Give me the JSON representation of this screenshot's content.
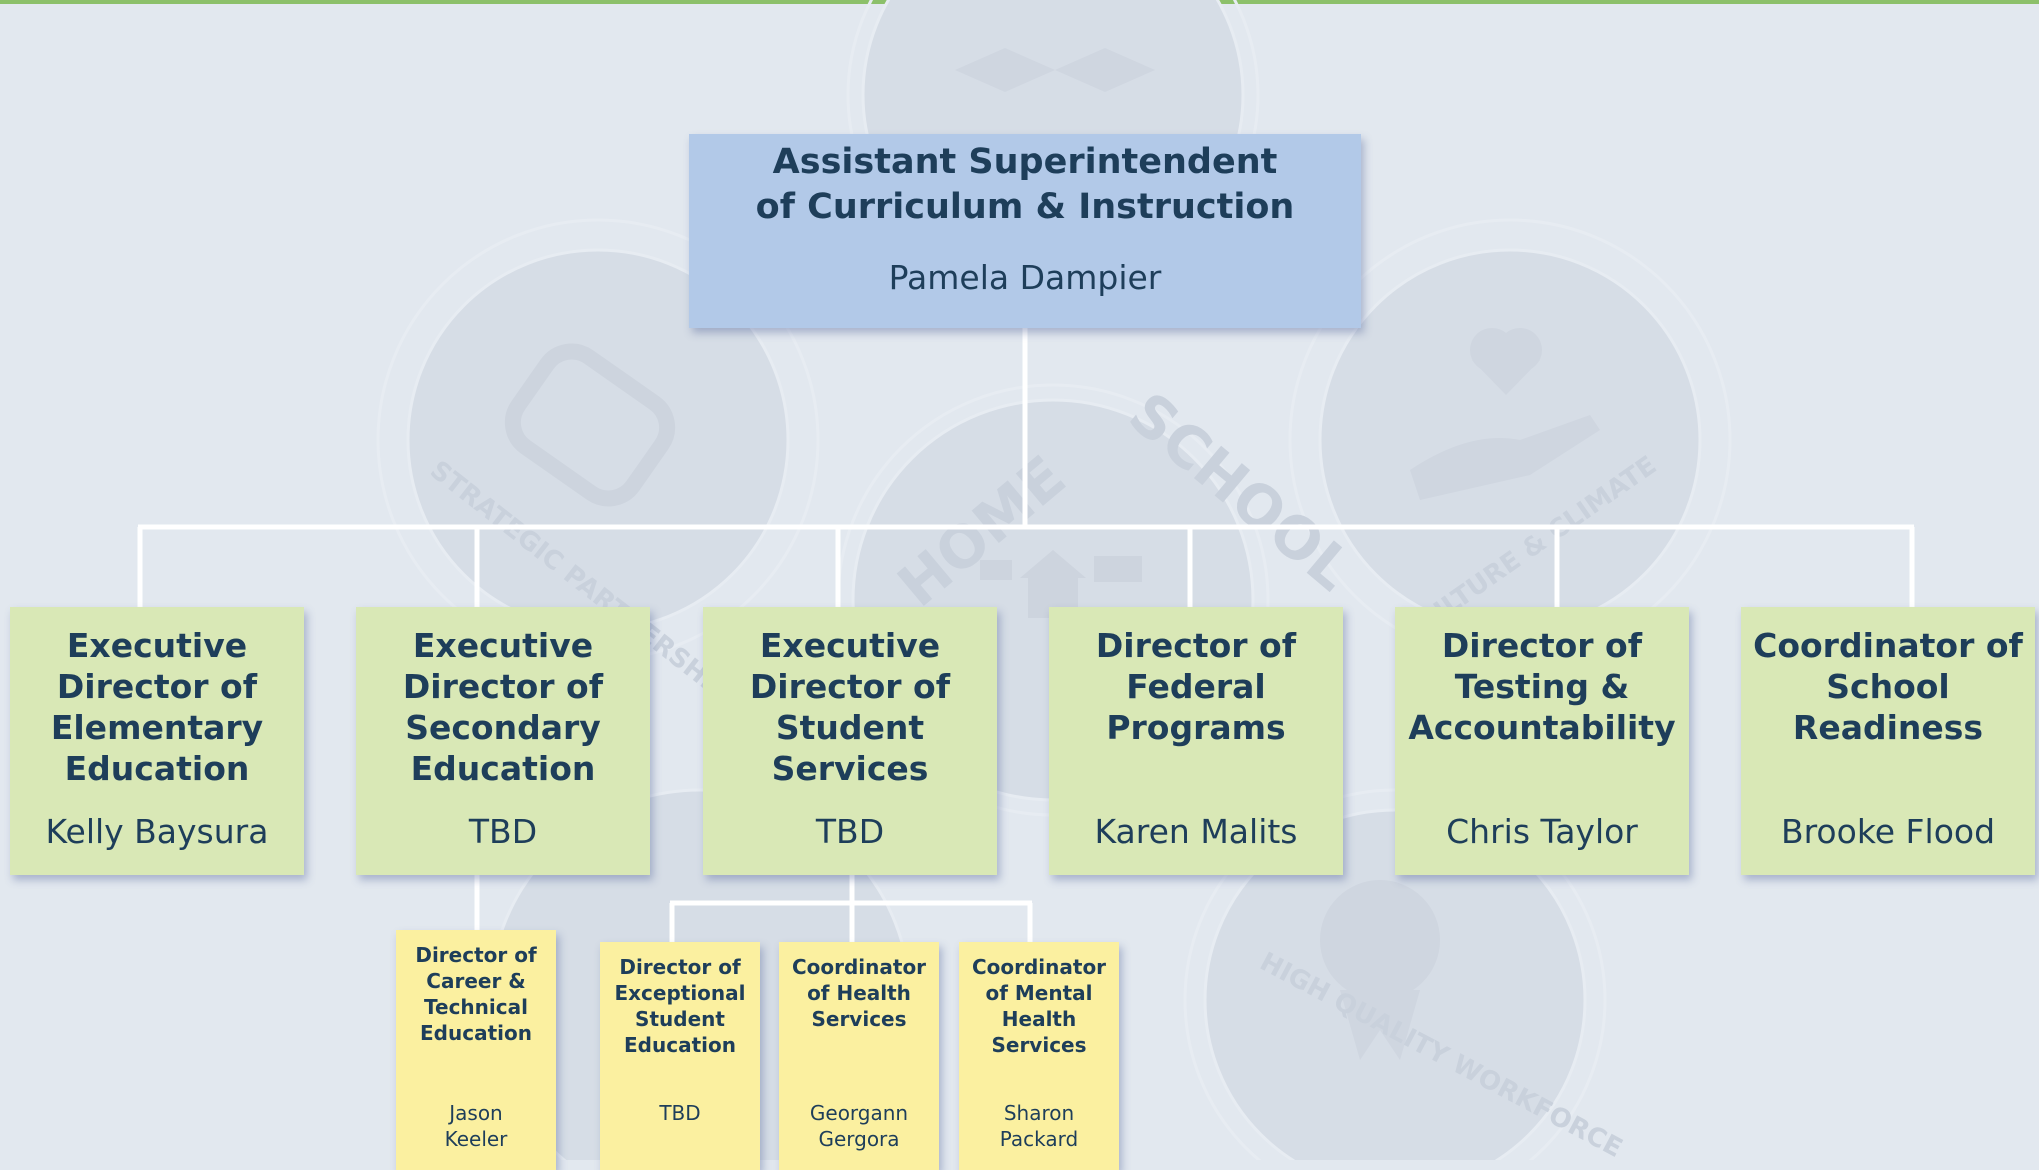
{
  "colors": {
    "background": "#e2e8ef",
    "top_rule": "#8cc06a",
    "root_fill": "#b2c9e8",
    "level1_fill": "#d9e8b6",
    "level2_fill": "#fbf0a0",
    "text": "#1e3e5a",
    "connector": "#ffffff"
  },
  "background_art": {
    "watermark_texts": [
      "STRATEGIC PARTNERSHIPS",
      "HOME",
      "SCHOOL",
      "CULTURE & CLIMATE",
      "HIGH QUALITY WORKFORCE"
    ],
    "icons": [
      "graduation-caps-icon",
      "handshake-icon",
      "heart-hand-icon",
      "home-school-icon",
      "award-ribbon-icon"
    ]
  },
  "org": {
    "root": {
      "title": "Assistant Superintendent of Curriculum & Instruction",
      "name": "Pamela Dampier"
    },
    "reports": [
      {
        "title": "Executive Director of Elementary Education",
        "name": "Kelly Baysura"
      },
      {
        "title": "Executive Director of Secondary Education",
        "name": "TBD"
      },
      {
        "title": "Executive Director of Student Services",
        "name": "TBD"
      },
      {
        "title": "Director of Federal Programs",
        "name": "Karen Malits"
      },
      {
        "title": "Director of Testing & Accountability",
        "name": "Chris Taylor"
      },
      {
        "title": "Coordinator of School Readiness",
        "name": "Brooke Flood"
      }
    ],
    "secondary_reports": [
      {
        "title": "Director of Career & Technical Education",
        "name": "Jason Keeler"
      }
    ],
    "student_services_reports": [
      {
        "title": "Director of Exceptional Student Education",
        "name": "TBD"
      },
      {
        "title": "Coordinator of Health Services",
        "name": "Georgann Gergora"
      },
      {
        "title": "Coordinator of Mental Health Services",
        "name": "Sharon Packard"
      }
    ]
  }
}
